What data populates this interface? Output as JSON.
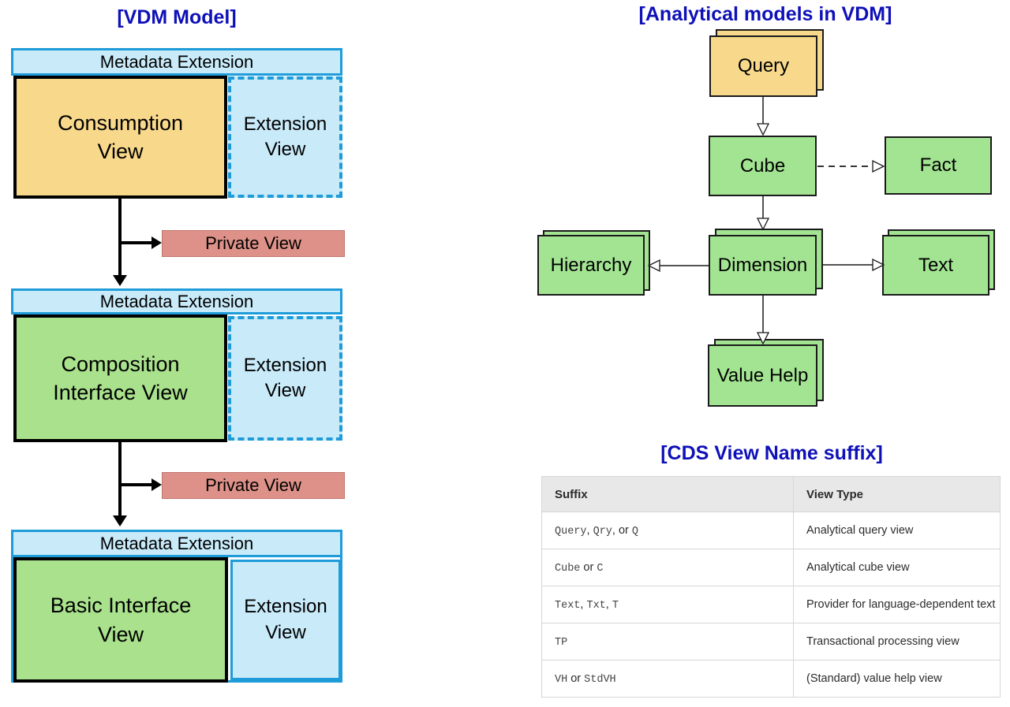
{
  "colors": {
    "title_blue": "#0E10B8",
    "blue_border": "#1E9CD9",
    "light_blue": "#C8EAF9",
    "orange": "#F8D98C",
    "green_left": "#A9E18D",
    "green_right": "#A3E493",
    "pink": "#DD9188",
    "pink_border": "#C0756C",
    "table_header_bg": "#E8E8E8",
    "table_border": "#D6D6D6"
  },
  "left_diagram": {
    "title": "[VDM Model]",
    "metadata_bar_label": "Metadata Extension",
    "extension_view_label": "Extension View",
    "private_view_label": "Private View",
    "blocks": [
      {
        "main_label": "Consumption View"
      },
      {
        "main_label": "Composition Interface View"
      },
      {
        "main_label": "Basic Interface View"
      }
    ]
  },
  "right_diagram": {
    "title": "[Analytical models in VDM]",
    "nodes": {
      "query": "Query",
      "cube": "Cube",
      "fact": "Fact",
      "hierarchy": "Hierarchy",
      "dimension": "Dimension",
      "text": "Text",
      "value_help": "Value Help"
    },
    "connections": [
      "Query -> Cube",
      "Cube -> Fact (dashed)",
      "Cube -> Dimension",
      "Dimension -> Hierarchy",
      "Dimension -> Text",
      "Dimension -> Value Help"
    ]
  },
  "table_section": {
    "title": "[CDS View Name suffix]",
    "columns": [
      "Suffix",
      "View Type"
    ],
    "rows": [
      {
        "suffix_parts": [
          {
            "code": true,
            "text": "Query"
          },
          {
            "code": false,
            "text": ", "
          },
          {
            "code": true,
            "text": "Qry"
          },
          {
            "code": false,
            "text": ", or "
          },
          {
            "code": true,
            "text": "Q"
          }
        ],
        "view_type": "Analytical query view"
      },
      {
        "suffix_parts": [
          {
            "code": true,
            "text": "Cube"
          },
          {
            "code": false,
            "text": " or "
          },
          {
            "code": true,
            "text": "C"
          }
        ],
        "view_type": "Analytical cube view"
      },
      {
        "suffix_parts": [
          {
            "code": true,
            "text": "Text"
          },
          {
            "code": false,
            "text": ", "
          },
          {
            "code": true,
            "text": "Txt"
          },
          {
            "code": false,
            "text": ", "
          },
          {
            "code": true,
            "text": "T"
          }
        ],
        "view_type": "Provider for language-dependent text"
      },
      {
        "suffix_parts": [
          {
            "code": true,
            "text": "TP"
          }
        ],
        "view_type": "Transactional processing view"
      },
      {
        "suffix_parts": [
          {
            "code": true,
            "text": "VH"
          },
          {
            "code": false,
            "text": " or "
          },
          {
            "code": true,
            "text": "StdVH"
          }
        ],
        "view_type": "(Standard) value help view"
      }
    ]
  }
}
